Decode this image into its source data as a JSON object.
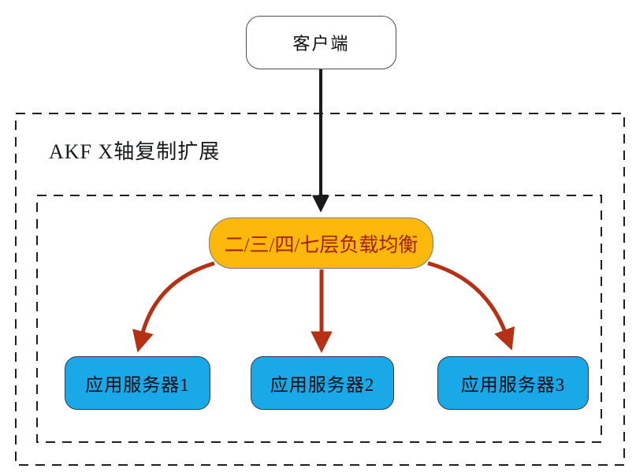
{
  "diagram": {
    "client": {
      "label": "客户端"
    },
    "group": {
      "title": "AKF X轴复制扩展"
    },
    "load_balancer": {
      "label": "二/三/四/七层负载均衡"
    },
    "servers": [
      {
        "label": "应用服务器1"
      },
      {
        "label": "应用服务器2"
      },
      {
        "label": "应用服务器3"
      }
    ],
    "colors": {
      "load_balancer_fill": "#FCB80B",
      "load_balancer_text": "#A32000",
      "server_fill": "#1AA9E8",
      "arrow_red": "#B43116",
      "arrow_black": "#1A1A1A",
      "border_dash": "#1F1F1F"
    }
  }
}
